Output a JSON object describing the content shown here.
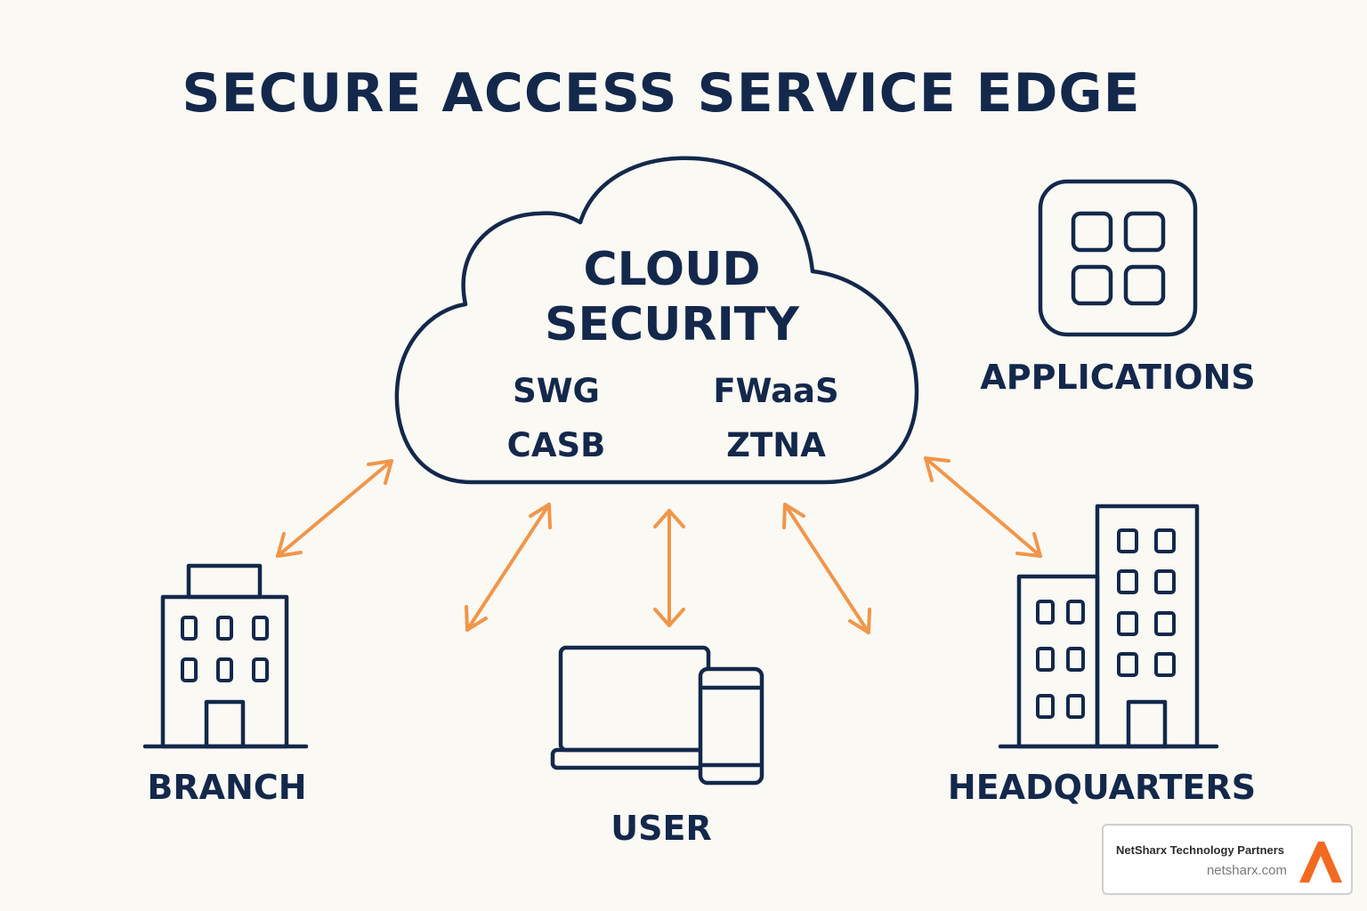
{
  "title": "SECURE ACCESS SERVICE EDGE",
  "cloud": {
    "heading_line1": "CLOUD",
    "heading_line2": "SECURITY",
    "services": [
      "SWG",
      "FWaaS",
      "CASB",
      "ZTNA"
    ]
  },
  "nodes": {
    "applications": "APPLICATIONS",
    "branch": "BRANCH",
    "user": "USER",
    "headquarters": "HEADQUARTERS"
  },
  "watermark": {
    "name": "NetSharx Technology Partners",
    "url": "netsharx.com"
  },
  "colors": {
    "ink": "#13284b",
    "arrow": "#f0964a",
    "background": "#fbf9f4",
    "logo": "#f26a21"
  }
}
